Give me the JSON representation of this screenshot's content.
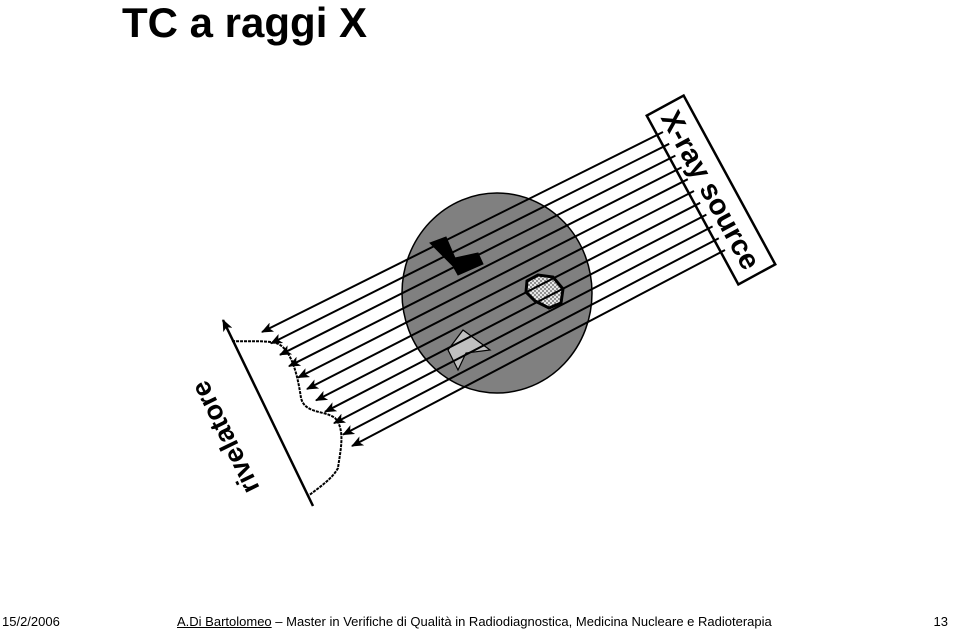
{
  "title": "TC a raggi X",
  "diagram": {
    "source_label": "X-ray source",
    "detector_label": "rivelatore",
    "colors": {
      "object": "#808080",
      "dark_feature": "#000000",
      "light_feature": "#c0c0c0",
      "line": "#000000"
    }
  },
  "footer": {
    "date": "15/2/2006",
    "author": "A.Di Bartolomeo",
    "separator": " – ",
    "course": "Master in Verifiche di Qualità in Radiodiagnostica, Medicina Nucleare e Radioterapia",
    "page_number": "13"
  }
}
